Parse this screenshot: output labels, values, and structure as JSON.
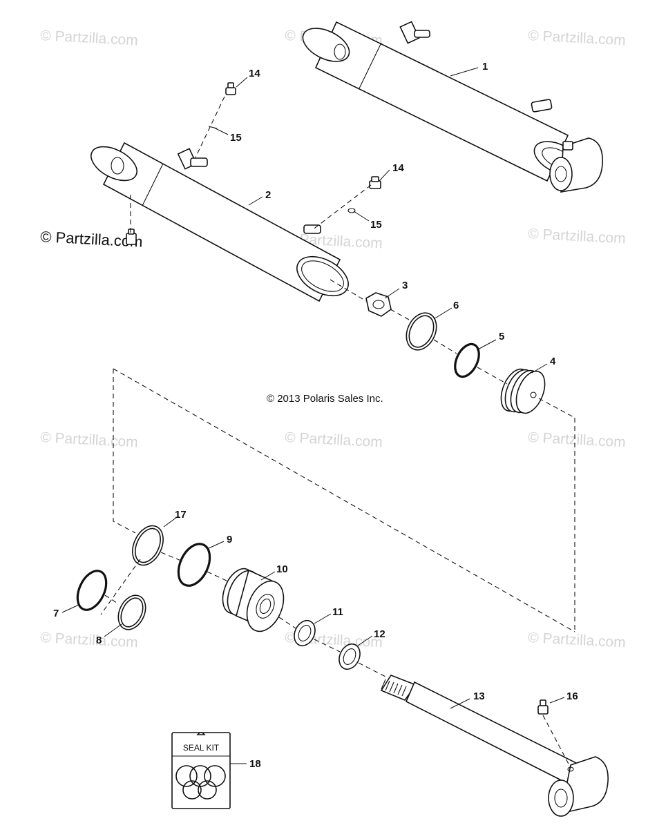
{
  "diagram": {
    "copyright": "© 2013 Polaris Sales Inc.",
    "watermark": "© Partzilla.com",
    "seal_kit_label": "SEAL KIT",
    "callouts": [
      "1",
      "2",
      "3",
      "4",
      "5",
      "6",
      "7",
      "8",
      "9",
      "10",
      "11",
      "12",
      "13",
      "14",
      "14",
      "15",
      "15",
      "16",
      "17",
      "18"
    ],
    "colors": {
      "line": "#111111",
      "watermark": "#d4d4d4",
      "background": "#ffffff"
    }
  }
}
